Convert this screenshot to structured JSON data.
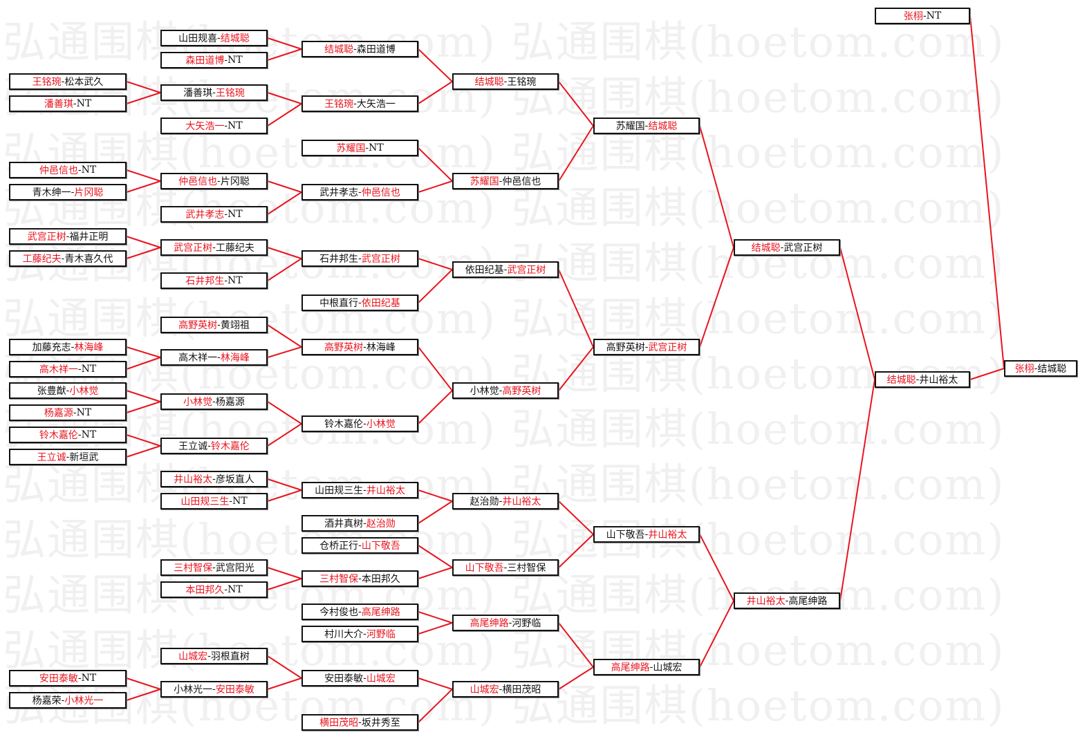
{
  "watermark": "弘通围棋(hoetom.com)",
  "separator": "-",
  "colors": {
    "winner": "#e8141e",
    "line": "#e8141e",
    "text": "#111111"
  },
  "boxes": [
    {
      "a": "王铭琬",
      "b": "松本武久",
      "winner": 0
    },
    {
      "a": "潘善琪",
      "b": "NT",
      "winner": 0
    },
    {
      "a": "仲邑信也",
      "b": "NT",
      "winner": 0
    },
    {
      "a": "青木绅一",
      "b": "片冈聪",
      "winner": 1
    },
    {
      "a": "武宫正树",
      "b": "福井正明",
      "winner": 0
    },
    {
      "a": "工藤纪夫",
      "b": "青木喜久代",
      "winner": 0
    },
    {
      "a": "加藤充志",
      "b": "林海峰",
      "winner": 1
    },
    {
      "a": "高木祥一",
      "b": "NT",
      "winner": 0
    },
    {
      "a": "张豊猷",
      "b": "小林觉",
      "winner": 1
    },
    {
      "a": "杨嘉源",
      "b": "NT",
      "winner": 0
    },
    {
      "a": "铃木嘉伦",
      "b": "NT",
      "winner": 0
    },
    {
      "a": "王立诚",
      "b": "新垣武",
      "winner": 0
    },
    {
      "a": "安田泰敏",
      "b": "NT",
      "winner": 0
    },
    {
      "a": "杨嘉荣",
      "b": "小林光一",
      "winner": 1
    },
    {
      "a": "山田规喜",
      "b": "结城聪",
      "winner": 1
    },
    {
      "a": "森田道博",
      "b": "NT",
      "winner": 0
    },
    {
      "a": "潘善琪",
      "b": "王铭琬",
      "winner": 1
    },
    {
      "a": "大矢浩一",
      "b": "NT",
      "winner": 0
    },
    {
      "a": "仲邑信也",
      "b": "片冈聪",
      "winner": 0
    },
    {
      "a": "武井孝志",
      "b": "NT",
      "winner": 0
    },
    {
      "a": "武宫正树",
      "b": "工藤纪夫",
      "winner": 0
    },
    {
      "a": "石井邦生",
      "b": "NT",
      "winner": 0
    },
    {
      "a": "高野英树",
      "b": "黄翊祖",
      "winner": 0
    },
    {
      "a": "高木祥一",
      "b": "林海峰",
      "winner": 1
    },
    {
      "a": "小林觉",
      "b": "杨嘉源",
      "winner": 0
    },
    {
      "a": "王立诚",
      "b": "铃木嘉伦",
      "winner": 1
    },
    {
      "a": "井山裕太",
      "b": "彦坂直人",
      "winner": 0
    },
    {
      "a": "山田规三生",
      "b": "NT",
      "winner": 0
    },
    {
      "a": "三村智保",
      "b": "武宫阳光",
      "winner": 0
    },
    {
      "a": "本田邦久",
      "b": "NT",
      "winner": 0
    },
    {
      "a": "山城宏",
      "b": "羽根直树",
      "winner": 0
    },
    {
      "a": "小林光一",
      "b": "安田泰敏",
      "winner": 1
    },
    {
      "a": "结城聪",
      "b": "森田道博",
      "winner": 0
    },
    {
      "a": "王铭琬",
      "b": "大矢浩一",
      "winner": 0
    },
    {
      "a": "苏耀国",
      "b": "NT",
      "winner": 0
    },
    {
      "a": "武井孝志",
      "b": "仲邑信也",
      "winner": 1
    },
    {
      "a": "石井邦生",
      "b": "武宫正树",
      "winner": 1
    },
    {
      "a": "中根直行",
      "b": "依田纪基",
      "winner": 1
    },
    {
      "a": "高野英树",
      "b": "林海峰",
      "winner": 0
    },
    {
      "a": "铃木嘉伦",
      "b": "小林觉",
      "winner": 1
    },
    {
      "a": "山田规三生",
      "b": "井山裕太",
      "winner": 1
    },
    {
      "a": "酒井真树",
      "b": "赵治勋",
      "winner": 1
    },
    {
      "a": "仓桥正行",
      "b": "山下敬吾",
      "winner": 1
    },
    {
      "a": "三村智保",
      "b": "本田邦久",
      "winner": 0
    },
    {
      "a": "今村俊也",
      "b": "高尾绅路",
      "winner": 1
    },
    {
      "a": "村川大介",
      "b": "河野临",
      "winner": 1
    },
    {
      "a": "安田泰敏",
      "b": "山城宏",
      "winner": 1
    },
    {
      "a": "横田茂昭",
      "b": "坂井秀至",
      "winner": 0
    },
    {
      "a": "结城聪",
      "b": "王铭琬",
      "winner": 0
    },
    {
      "a": "苏耀国",
      "b": "仲邑信也",
      "winner": 0
    },
    {
      "a": "依田纪基",
      "b": "武宫正树",
      "winner": 1
    },
    {
      "a": "小林觉",
      "b": "高野英树",
      "winner": 1
    },
    {
      "a": "赵治勋",
      "b": "井山裕太",
      "winner": 1
    },
    {
      "a": "山下敬吾",
      "b": "三村智保",
      "winner": 0
    },
    {
      "a": "高尾绅路",
      "b": "河野临",
      "winner": 0
    },
    {
      "a": "山城宏",
      "b": "横田茂昭",
      "winner": 0
    },
    {
      "a": "苏耀国",
      "b": "结城聪",
      "winner": 1
    },
    {
      "a": "高野英树",
      "b": "武宫正树",
      "winner": 1
    },
    {
      "a": "山下敬吾",
      "b": "井山裕太",
      "winner": 1
    },
    {
      "a": "高尾绅路",
      "b": "山城宏",
      "winner": 0
    },
    {
      "a": "结城聪",
      "b": "武宫正树",
      "winner": 0
    },
    {
      "a": "井山裕太",
      "b": "高尾绅路",
      "winner": 0
    },
    {
      "a": "张栩",
      "b": "NT",
      "winner": 0
    },
    {
      "a": "结城聪",
      "b": "井山裕太",
      "winner": 0
    },
    {
      "a": "张栩",
      "b": "结城聪",
      "winner": 0
    }
  ]
}
